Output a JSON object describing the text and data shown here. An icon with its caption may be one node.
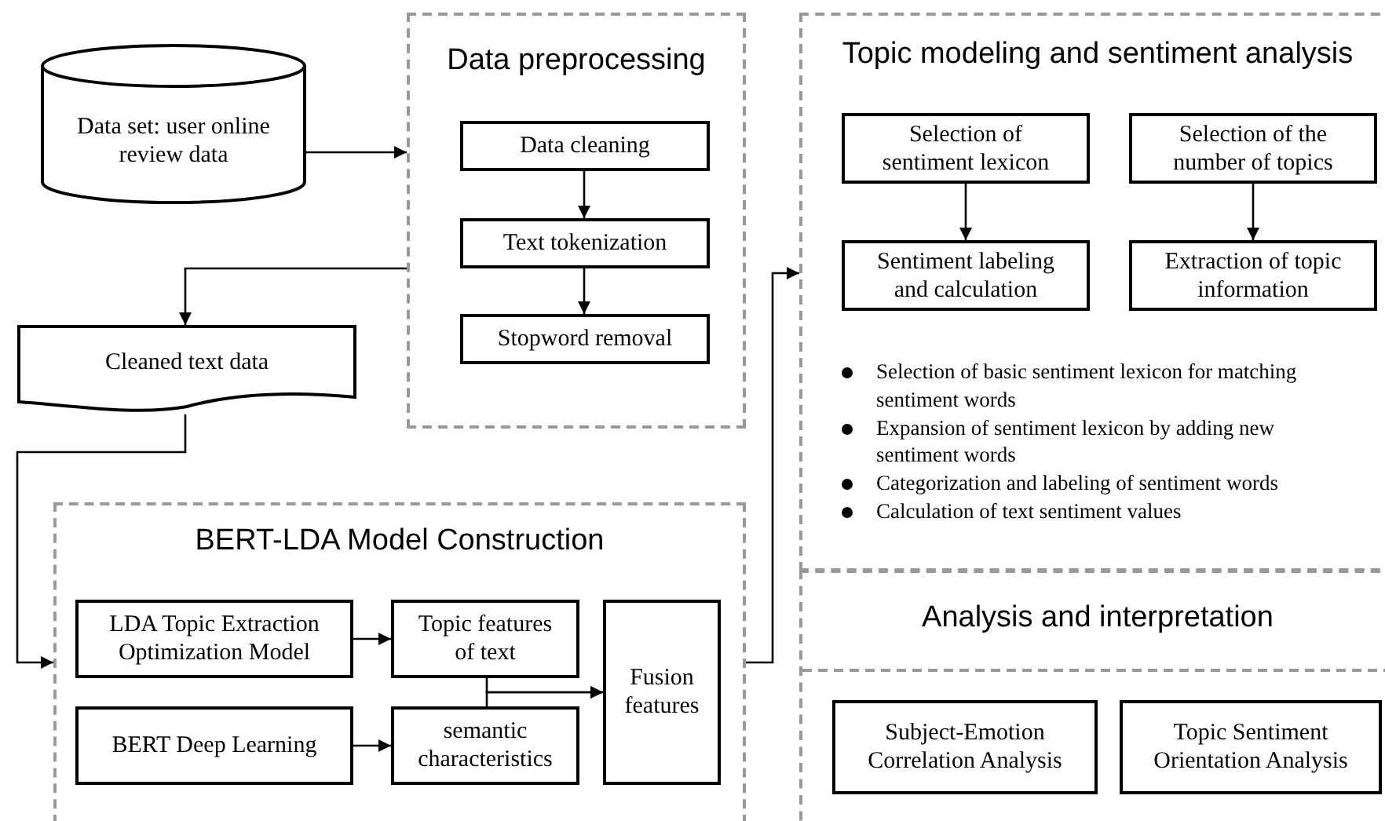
{
  "diagram": {
    "nodes": [
      {
        "text": [
          "Data set: user online review data"
        ]
      },
      {
        "text": [
          "Data preprocessing"
        ]
      },
      {
        "text": [
          "Data cleaning"
        ],
        "in": 1
      },
      {
        "text": [
          "Text tokenization"
        ],
        "in": 1
      },
      {
        "text": [
          "Stopword removal"
        ],
        "in": 1
      },
      {
        "text": [
          "Cleaned text data"
        ]
      },
      {
        "text": [
          "BERT-LDA Model Construction"
        ]
      },
      {
        "text": [
          "LDA Topic Extraction Optimization Model"
        ],
        "in": 6
      },
      {
        "text": [
          "Topic features of text"
        ],
        "in": 6
      },
      {
        "text": [
          "BERT Deep Learning"
        ],
        "in": 6
      },
      {
        "text": [
          "semantic characteristics"
        ],
        "in": 6
      },
      {
        "text": [
          "Fusion features"
        ],
        "in": 6
      },
      {
        "text": [
          "Topic modeling and sentiment analysis"
        ]
      },
      {
        "text": [
          "Selection of sentiment lexicon"
        ],
        "in": 12
      },
      {
        "text": [
          "Selection of the number of topics"
        ],
        "in": 12
      },
      {
        "text": [
          "Sentiment labeling and calculation"
        ],
        "in": 12
      },
      {
        "text": [
          "Extraction of topic information"
        ],
        "in": 12
      },
      {
        "text": [
          "Analysis and interpretation"
        ]
      },
      {
        "text": [
          "Subject-Emotion Correlation Analysis"
        ],
        "in": 17
      },
      {
        "text": [
          "Topic Sentiment Orientation Analysis"
        ],
        "in": 17
      }
    ],
    "edges": [
      {
        "from": 0,
        "to": 1,
        "arrow": "to"
      },
      {
        "from": 2,
        "to": 3,
        "arrow": "to"
      },
      {
        "from": 3,
        "to": 4,
        "arrow": "to"
      },
      {
        "from": 1,
        "to": 5,
        "arrow": "to"
      },
      {
        "from": 5,
        "to": 6,
        "arrow": "to"
      },
      {
        "from": 7,
        "to": 8,
        "arrow": "to"
      },
      {
        "from": 9,
        "to": 10,
        "arrow": "to"
      },
      {
        "from": 8,
        "to": 11,
        "arrow": "to"
      },
      {
        "from": 10,
        "to": 11,
        "arrow": "to"
      },
      {
        "from": 6,
        "to": 12,
        "arrow": "to"
      },
      {
        "from": 13,
        "to": 15,
        "arrow": "to"
      },
      {
        "from": 14,
        "to": 16,
        "arrow": "to"
      }
    ],
    "labels": [
      "Selection of basic sentiment lexicon for matching sentiment words",
      "Expansion of sentiment lexicon by adding new sentiment words",
      "Categorization and labeling of sentiment words",
      "Calculation of text sentiment values"
    ]
  }
}
